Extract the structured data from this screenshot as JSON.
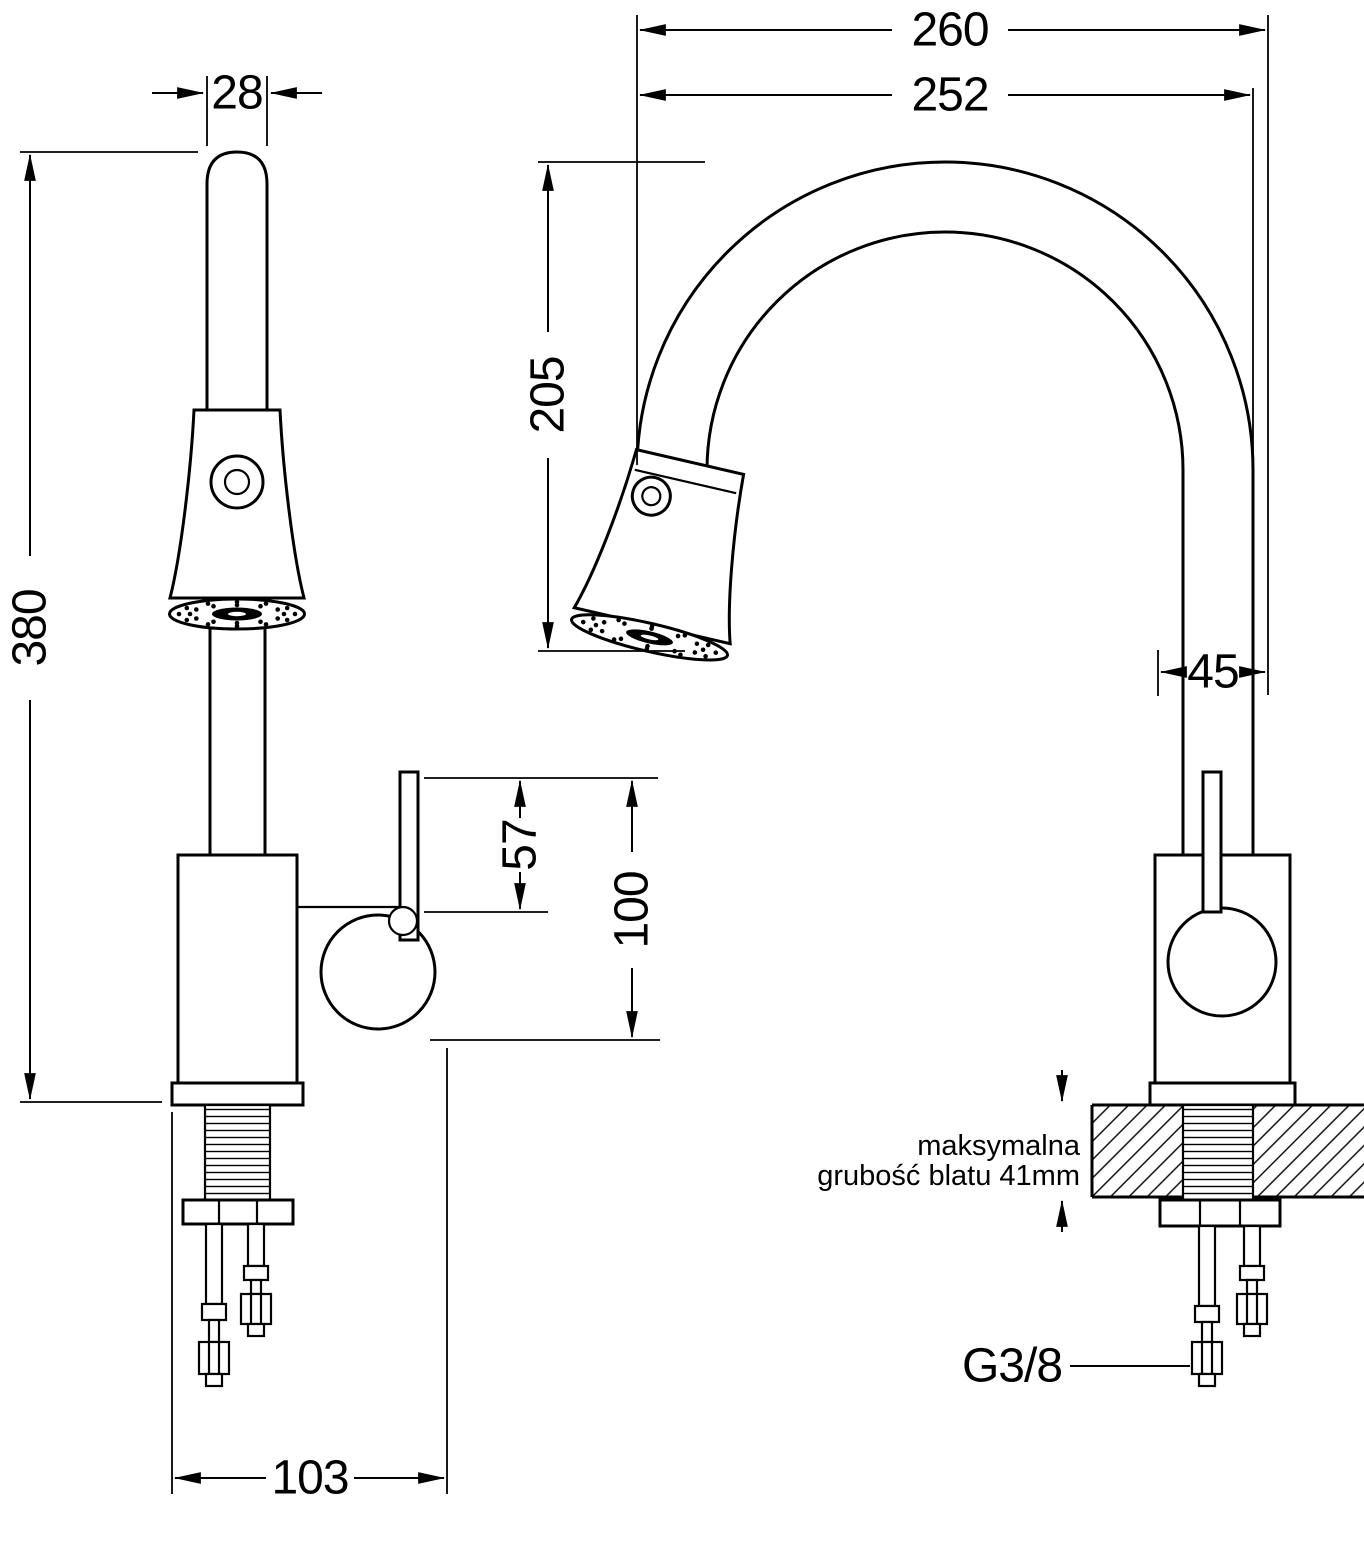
{
  "drawing": {
    "background": "#ffffff",
    "line_color": "#000000",
    "dimensions": {
      "spout_pipe_width": "28",
      "total_height": "380",
      "lever_top_offset": "57",
      "lever_height": "100",
      "base_length": "103",
      "overall_reach": "260",
      "spout_reach": "252",
      "spout_height": "205",
      "riser_width": "45"
    },
    "annotations": {
      "thread_label": "G3/8",
      "counter_note_line1": "maksymalna",
      "counter_note_line2": "grubość blatu 41mm"
    }
  }
}
